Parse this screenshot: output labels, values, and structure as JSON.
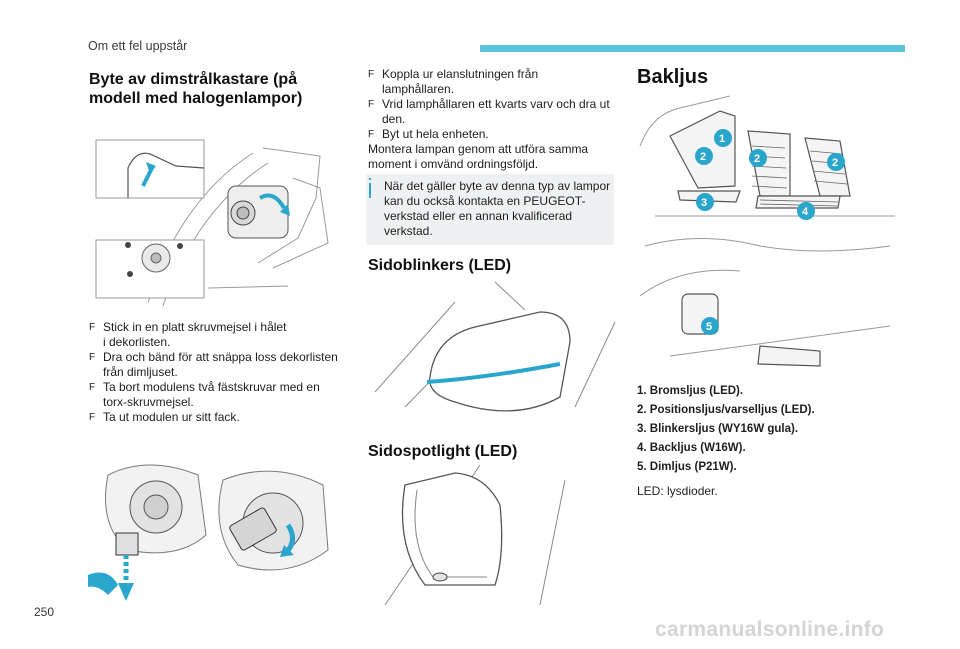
{
  "header": {
    "section": "Om ett fel uppstår"
  },
  "left": {
    "title_line1": "Byte av dimstrålkastare (på",
    "title_line2": "modell med halogenlampor)",
    "steps": [
      [
        "Stick in en platt skruvmejsel i hålet",
        "i dekorlisten."
      ],
      [
        "Dra och bänd för att snäppa loss dekorlisten",
        "från dimljuset."
      ],
      [
        "Ta bort modulens två fästskruvar med en",
        "torx-skruvmejsel."
      ],
      [
        "Ta ut modulen ur sitt fack."
      ]
    ]
  },
  "middle": {
    "steps": [
      [
        "Koppla ur elanslutningen från lamphållaren."
      ],
      [
        "Vrid lamphållaren ett kvarts varv och dra ut",
        "den."
      ],
      [
        "Byt ut hela enheten."
      ]
    ],
    "remount_line1": "Montera lampan genom att utföra samma",
    "remount_line2": "moment i omvänd ordningsföljd.",
    "note_lines": [
      "När det gäller byte av denna typ av lampor",
      "kan du också kontakta en PEUGEOT-",
      "verkstad eller en annan kvalificerad",
      "verkstad."
    ],
    "side_blinker_title": "Sidoblinkers (LED)",
    "side_spot_title": "Sidospotlight (LED)"
  },
  "right": {
    "title": "Bakljus",
    "legend": [
      "1.  Bromsljus (LED).",
      "2.  Positionsljus/varselljus (LED).",
      "3.  Blinkersljus (WY16W gula).",
      "4.  Backljus (W16W).",
      "5.  Dimljus (P21W)."
    ],
    "led_note": "LED: lysdioder.",
    "callouts": [
      "1",
      "2",
      "2",
      "2",
      "3",
      "4",
      "5"
    ]
  },
  "bullet_glyph": "F",
  "page_number": "250",
  "watermark": "carmanualsonline.info",
  "colors": {
    "accent": "#5bc3dc",
    "callout": "#2aa6cd",
    "note_bg": "#eef0f1"
  }
}
